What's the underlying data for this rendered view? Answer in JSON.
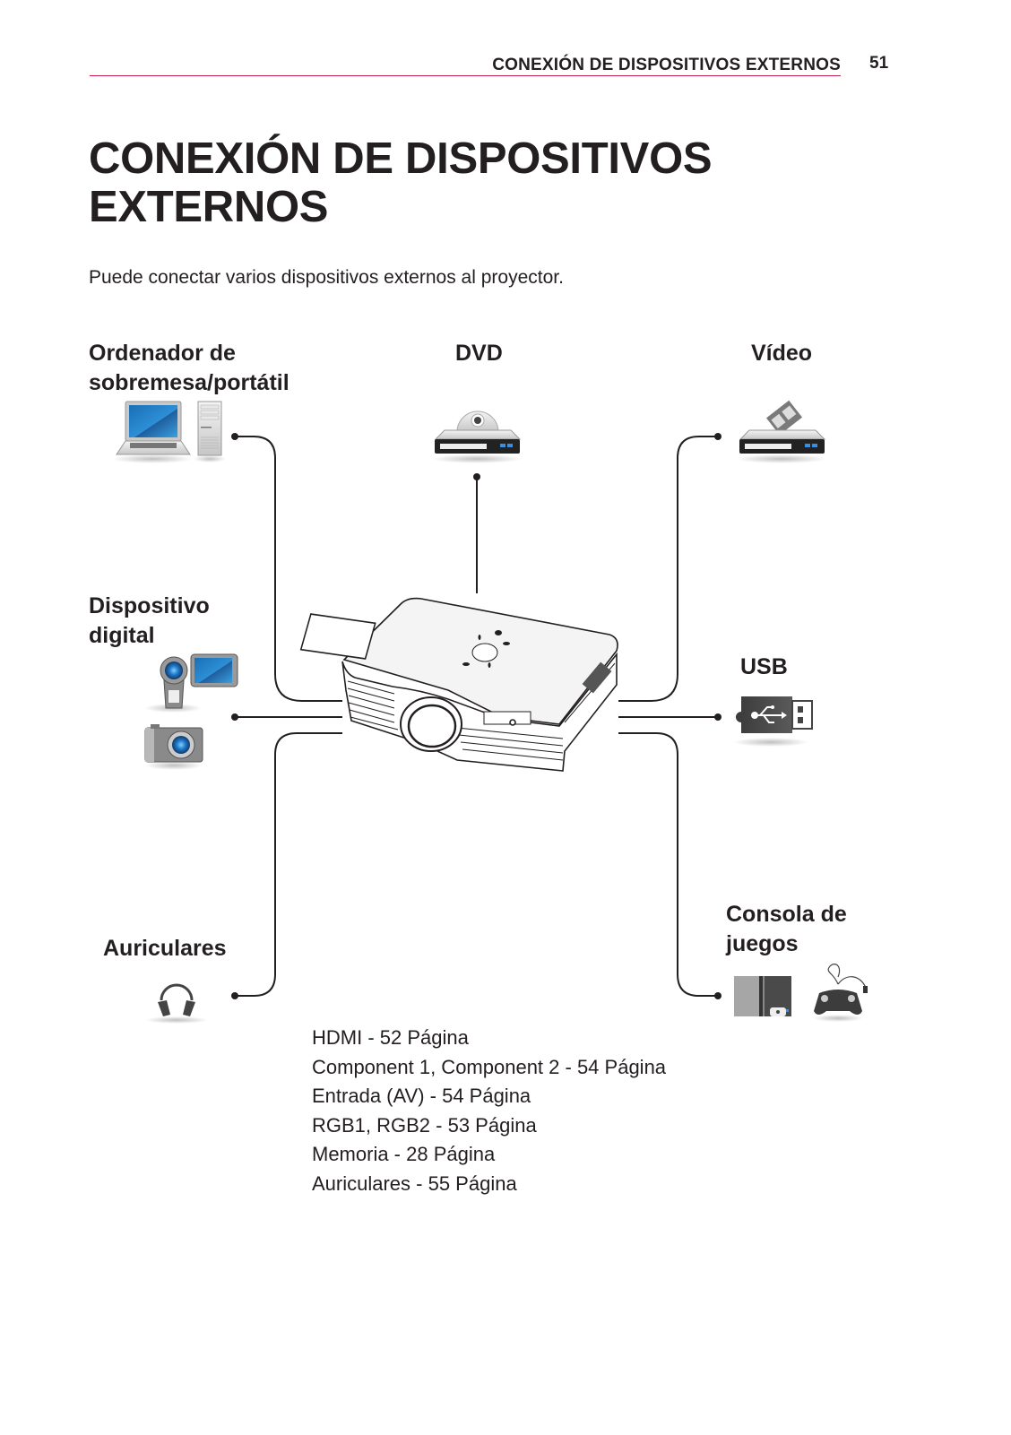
{
  "header": {
    "section_title": "CONEXIÓN DE DISPOSITIVOS  EXTERNOS",
    "page_number": "51",
    "accent_color": "#c4204e"
  },
  "title": {
    "line1": "CONEXIÓN DE DISPOSITIVOS",
    "line2": "EXTERNOS"
  },
  "intro": "Puede conectar varios dispositivos externos al proyector.",
  "devices": {
    "computer": {
      "line1": "Ordenador de",
      "line2": "sobremesa/portátil",
      "icons": [
        "laptop-icon",
        "desktop-tower-icon"
      ]
    },
    "dvd": {
      "label": "DVD",
      "icons": [
        "dvd-player-icon"
      ]
    },
    "video": {
      "label": "Vídeo",
      "icons": [
        "vcr-icon"
      ]
    },
    "digital": {
      "line1": "Dispositivo",
      "line2": "digital",
      "icons": [
        "camcorder-icon",
        "camera-icon"
      ]
    },
    "usb": {
      "label": "USB",
      "icons": [
        "usb-drive-icon"
      ]
    },
    "headphones": {
      "label": "Auriculares",
      "icons": [
        "headphones-icon"
      ]
    },
    "console": {
      "line1": "Consola de",
      "line2": "juegos",
      "icons": [
        "game-console-icon",
        "gamepad-icon"
      ]
    }
  },
  "center_device": "projector-icon",
  "references": [
    "HDMI - 52 Página",
    "Component 1, Component 2 - 54 Página",
    "Entrada (AV) - 54 Página",
    "RGB1, RGB2 - 53 Página",
    "Memoria - 28 Página",
    "Auriculares - 55 Página"
  ]
}
